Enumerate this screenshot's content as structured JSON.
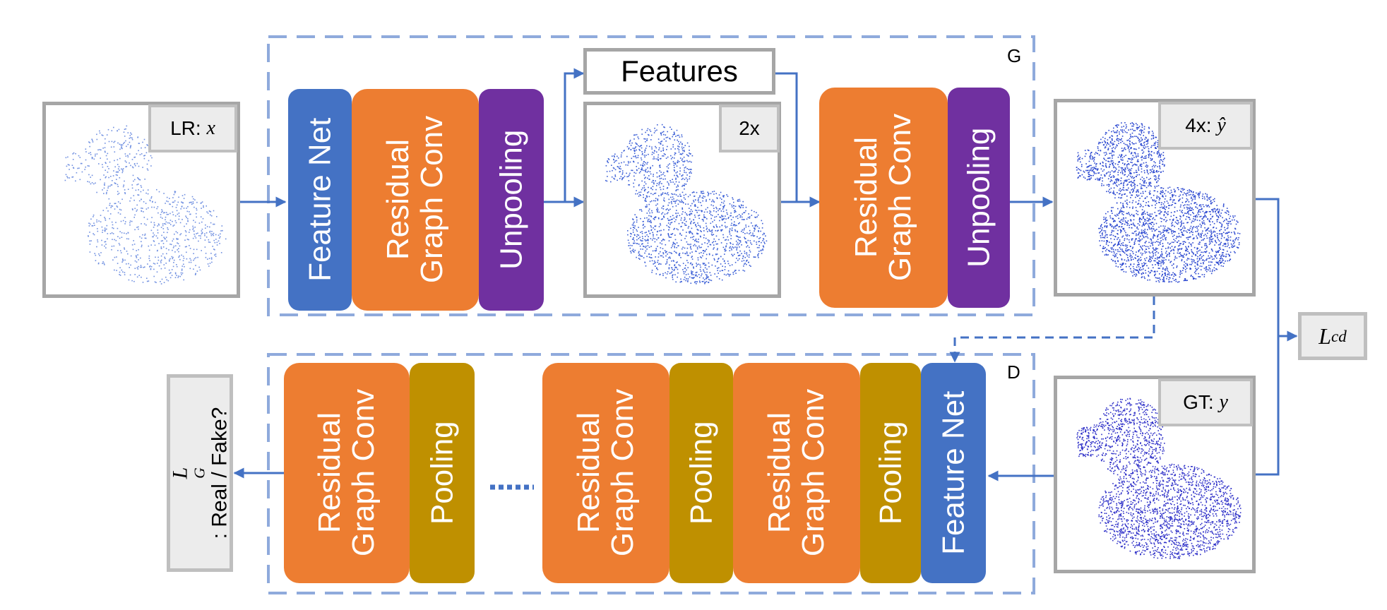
{
  "colors": {
    "feature_net": "#4472c4",
    "residual": "#ed7d31",
    "unpooling": "#7030a0",
    "pooling": "#bf9000",
    "dashed_border": "#8faadc",
    "arrow": "#4472c4"
  },
  "generator": {
    "label": "G",
    "feature_net": "Feature Net",
    "residual_line1": "Residual",
    "residual_line2": "Graph Conv",
    "unpooling": "Unpooling",
    "features": "Features"
  },
  "discriminator": {
    "label": "D",
    "feature_net": "Feature Net",
    "residual_line1": "Residual",
    "residual_line2": "Graph Conv",
    "pooling": "Pooling"
  },
  "panels": {
    "lr": {
      "prefix": "LR: ",
      "math": "x"
    },
    "mid": {
      "label": "2x"
    },
    "hr": {
      "prefix": "4x: ",
      "math": "ŷ"
    },
    "gt": {
      "prefix": "GT: ",
      "math": "y"
    }
  },
  "loss_cd": {
    "base": "L",
    "sub": "cd"
  },
  "loss_g": {
    "base": "L",
    "sub": "G",
    "text": ": Real / Fake?"
  }
}
